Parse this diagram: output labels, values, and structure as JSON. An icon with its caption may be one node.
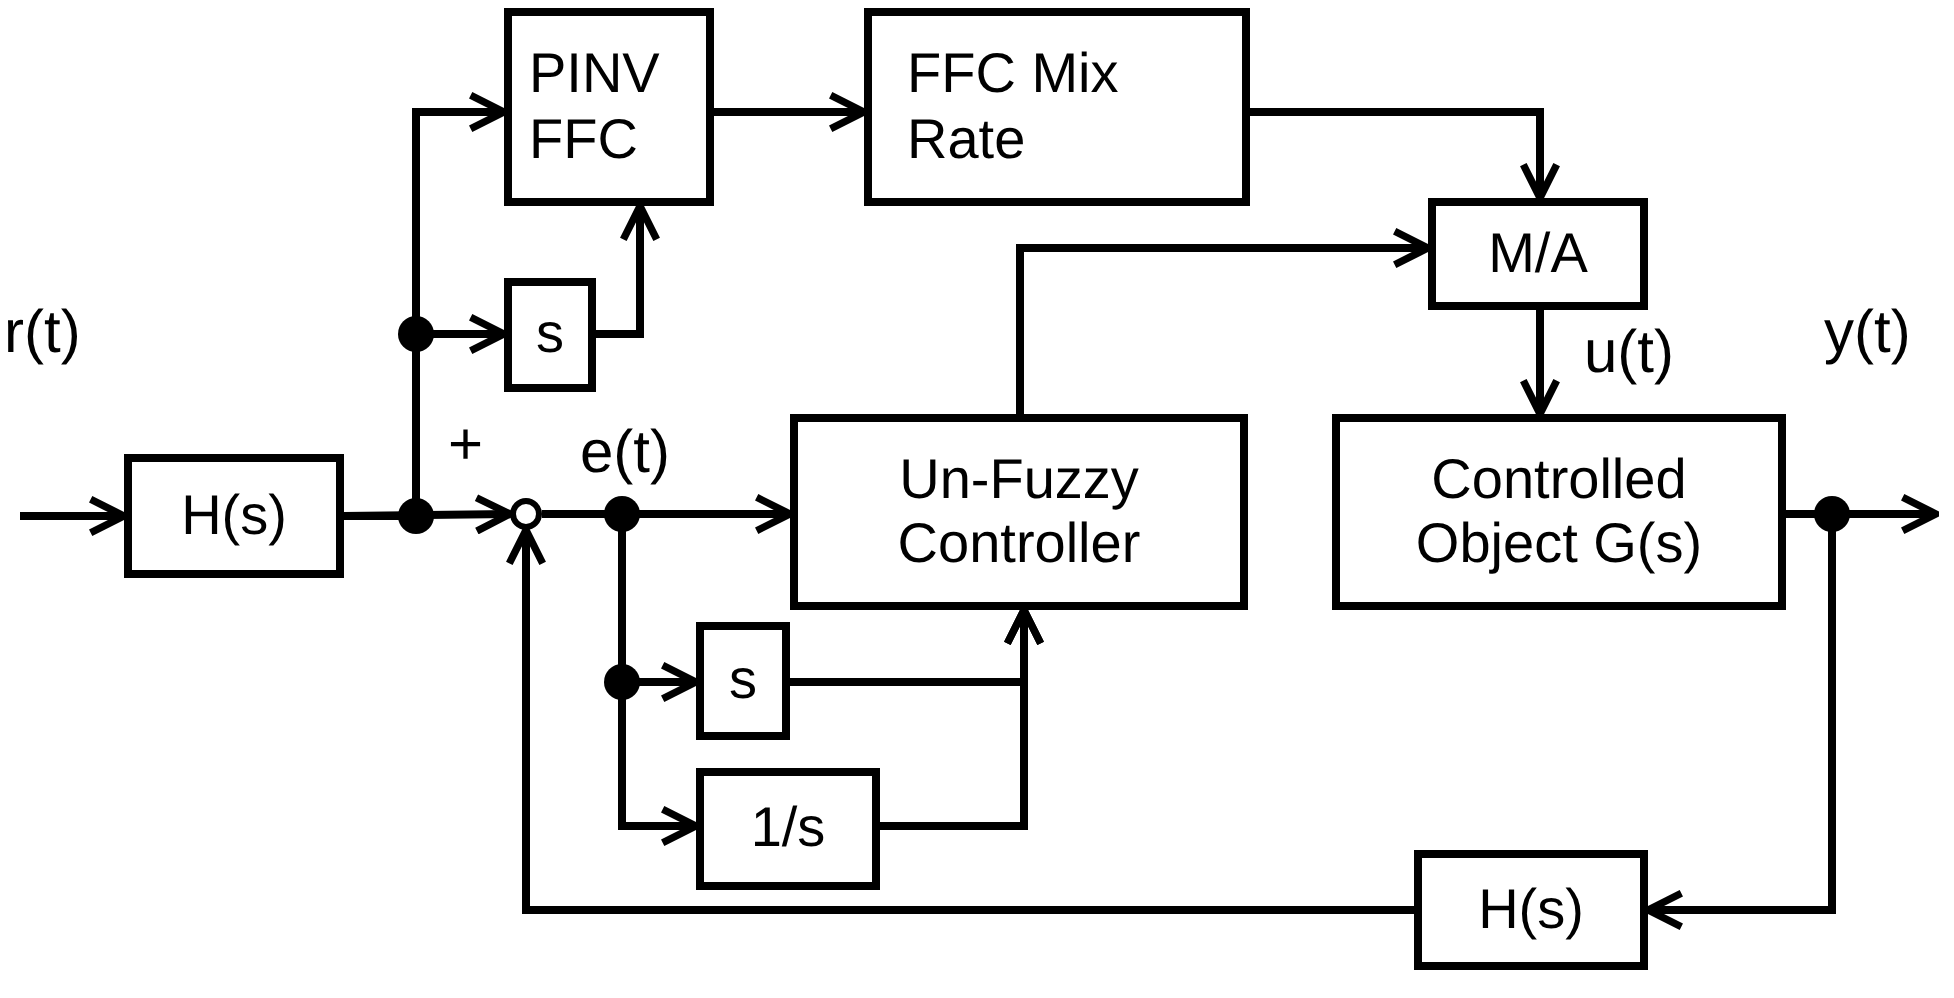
{
  "diagram": {
    "nodes": [
      {
        "text": [
          "H(s)"
        ]
      },
      {
        "text": [
          "PINV FFC"
        ]
      },
      {
        "text": [
          "FFC Mix Rate"
        ]
      },
      {
        "text": [
          "s"
        ]
      },
      {
        "text": [
          "M/A"
        ]
      },
      {
        "text": [
          "Un-Fuzzy Controller"
        ]
      },
      {
        "text": [
          "Controlled Object G(s)"
        ]
      },
      {
        "text": [
          "s"
        ]
      },
      {
        "text": [
          "1/s"
        ]
      },
      {
        "text": [
          "H(s)"
        ]
      },
      {
        "text": [],
        "shape": "circle"
      }
    ],
    "edges": [
      {
        "from": null,
        "to": 0,
        "arrow": "to"
      },
      {
        "from": 0,
        "to": 1,
        "arrow": "to"
      },
      {
        "from": 0,
        "to": 3,
        "arrow": "to"
      },
      {
        "from": 0,
        "to": 10,
        "arrow": "to"
      },
      {
        "from": 3,
        "to": 1,
        "arrow": "to"
      },
      {
        "from": 1,
        "to": 2,
        "arrow": "to"
      },
      {
        "from": 2,
        "to": 4,
        "arrow": "to"
      },
      {
        "from": 5,
        "to": 4,
        "arrow": "to"
      },
      {
        "from": 4,
        "to": 6,
        "arrow": "to"
      },
      {
        "from": 10,
        "to": 5,
        "arrow": "to"
      },
      {
        "from": 10,
        "to": 7,
        "arrow": "to"
      },
      {
        "from": 10,
        "to": 8,
        "arrow": "to"
      },
      {
        "from": 7,
        "to": 5,
        "arrow": "to"
      },
      {
        "from": 8,
        "to": 5,
        "arrow": "to"
      },
      {
        "from": 6,
        "to": null,
        "arrow": "to"
      },
      {
        "from": 6,
        "to": 9,
        "arrow": "to"
      },
      {
        "from": 9,
        "to": 10,
        "arrow": "to"
      }
    ],
    "labels": [
      "r(t)",
      "y(t)",
      "+",
      "e(t)",
      "u(t)"
    ]
  }
}
